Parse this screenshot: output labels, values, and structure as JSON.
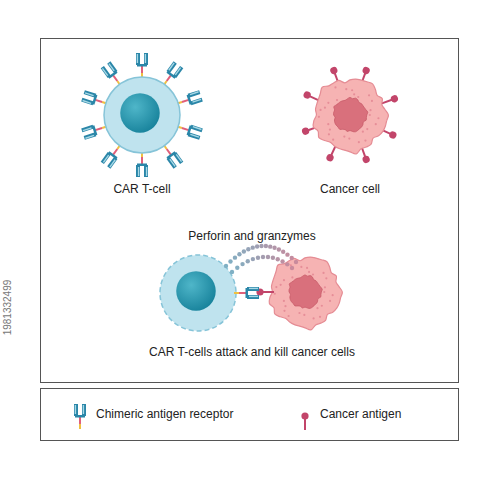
{
  "diagram": {
    "nodes": [
      {
        "text": [
          "CAR T-cell"
        ]
      },
      {
        "text": [
          "Cancer cell"
        ]
      }
    ],
    "labels": [
      "Perforin and granzymes",
      "CAR T-cells attack and kill cancer cells",
      "1981332499"
    ],
    "legend": [
      {
        "text": "Chimeric antigen receptor"
      },
      {
        "text": "Cancer antigen"
      }
    ]
  }
}
